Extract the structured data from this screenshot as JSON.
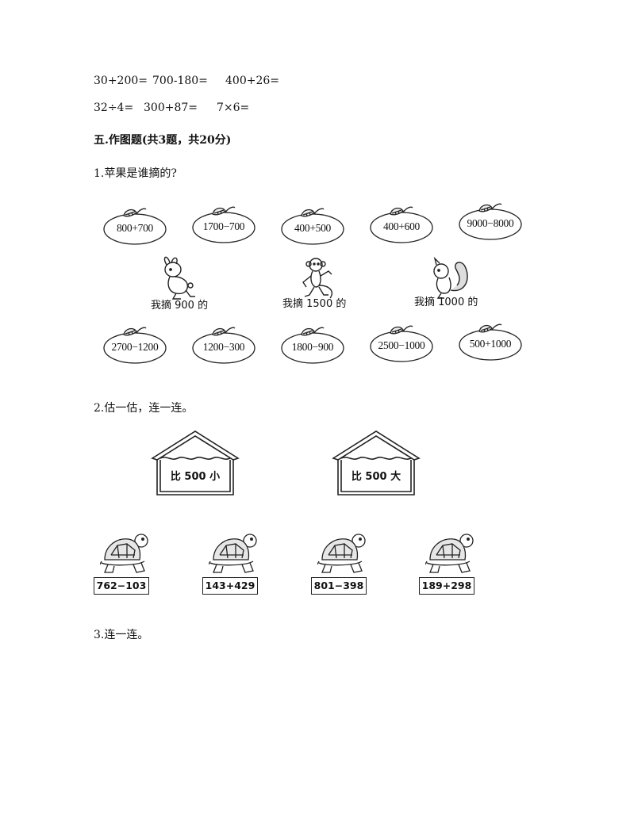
{
  "calc_rows": [
    [
      "30+200=",
      "700-180=",
      "400+26="
    ],
    [
      "32÷4=",
      "300+87=",
      "7×6="
    ]
  ],
  "section_title": "五.作图题(共3题，共20分)",
  "q1": {
    "title": "1.苹果是谁摘的?",
    "apples_top": [
      "800+700",
      "1700−700",
      "400+500",
      "400+600",
      "9000−8000"
    ],
    "animals": [
      {
        "icon": "rabbit-icon",
        "text": "我摘 900 的"
      },
      {
        "icon": "monkey-icon",
        "text": "我摘 1500 的"
      },
      {
        "icon": "squirrel-icon",
        "text": "我摘 1000 的"
      }
    ],
    "apples_bottom": [
      "2700−1200",
      "1200−300",
      "1800−900",
      "2500−1000",
      "500+1000"
    ]
  },
  "q2": {
    "title": "2.估一估，连一连。",
    "houses": [
      "比 500 小",
      "比 500 大"
    ],
    "turtles": [
      "762−103",
      "143+429",
      "801−398",
      "189+298"
    ]
  },
  "q3": {
    "title": "3.连一连。"
  }
}
